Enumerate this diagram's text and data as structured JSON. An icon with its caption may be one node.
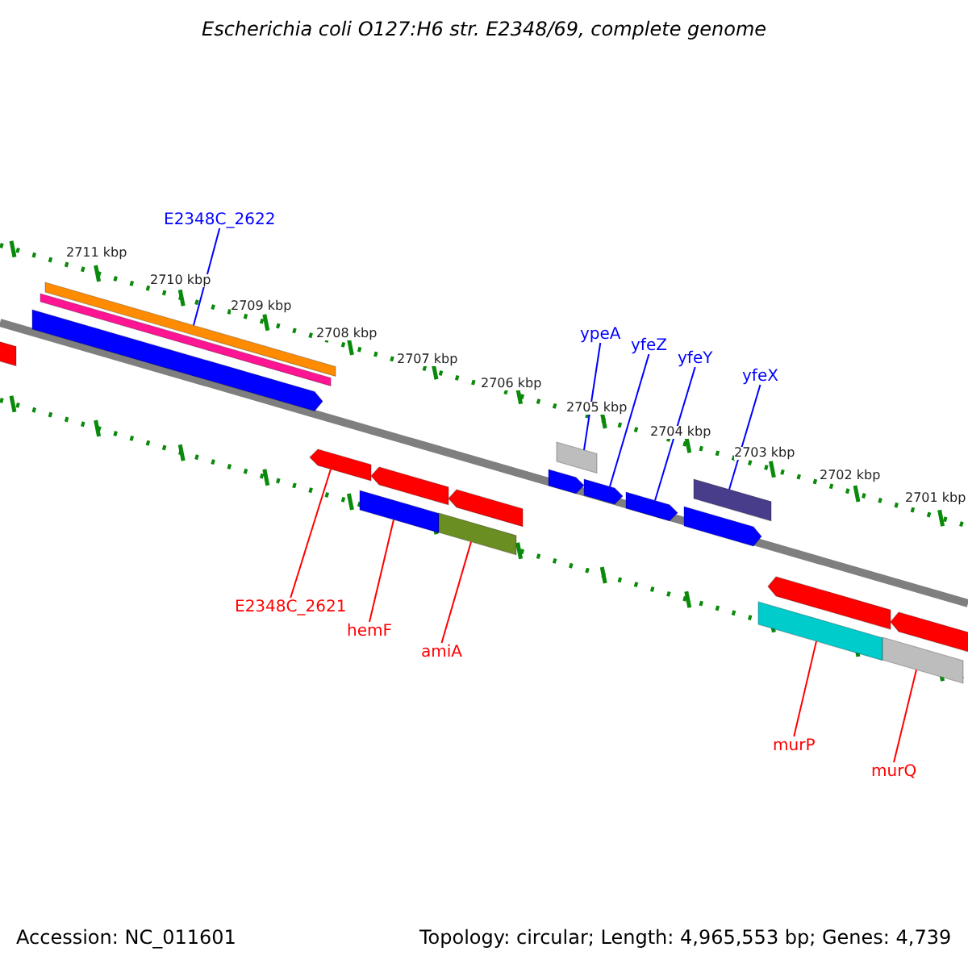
{
  "diagram": {
    "title": "Escherichia coli O127:H6 str. E2348/69, complete genome",
    "nodes": [
      {
        "text": [
          "E2348C_2622"
        ]
      },
      {
        "text": [
          "ypeA"
        ]
      },
      {
        "text": [
          "yfeZ"
        ]
      },
      {
        "text": [
          "yfeY"
        ]
      },
      {
        "text": [
          "yfeX"
        ]
      },
      {
        "text": [
          "E2348C_2621"
        ]
      },
      {
        "text": [
          "hemF"
        ]
      },
      {
        "text": [
          "amiA"
        ]
      },
      {
        "text": [
          "murP"
        ]
      },
      {
        "text": [
          "murQ"
        ]
      },
      {
        "text": [],
        "shape": "bar"
      },
      {
        "text": [],
        "shape": "bar"
      },
      {
        "text": [],
        "shape": "bar"
      },
      {
        "text": [],
        "shape": "bar"
      },
      {
        "text": [],
        "shape": "bar"
      },
      {
        "text": [],
        "shape": "bar"
      },
      {
        "text": [],
        "shape": "bar"
      },
      {
        "text": [],
        "shape": "bar"
      },
      {
        "text": [],
        "shape": "bar"
      },
      {
        "text": [],
        "shape": "bar"
      },
      {
        "text": [],
        "shape": "bar"
      },
      {
        "text": [],
        "shape": "bar"
      },
      {
        "text": [],
        "shape": "bar"
      },
      {
        "text": [],
        "shape": "bar"
      },
      {
        "text": [],
        "shape": "bar"
      },
      {
        "text": [],
        "shape": "bar"
      },
      {
        "text": [],
        "shape": "bar"
      },
      {
        "text": [],
        "shape": "bar"
      },
      {
        "text": [],
        "shape": "bar"
      }
    ],
    "edges": [
      {
        "from": 0,
        "to": 10,
        "arrow": "none",
        "color": "#0000ff"
      },
      {
        "from": 1,
        "to": 11,
        "arrow": "none",
        "color": "#0000ff"
      },
      {
        "from": 2,
        "to": 12,
        "arrow": "none",
        "color": "#0000ff"
      },
      {
        "from": 3,
        "to": 13,
        "arrow": "none",
        "color": "#0000ff"
      },
      {
        "from": 4,
        "to": 14,
        "arrow": "none",
        "color": "#0000ff"
      },
      {
        "from": 5,
        "to": 15,
        "arrow": "none",
        "color": "#ff0000"
      },
      {
        "from": 6,
        "to": 16,
        "arrow": "none",
        "color": "#ff0000"
      },
      {
        "from": 7,
        "to": 17,
        "arrow": "none",
        "color": "#ff0000"
      },
      {
        "from": 8,
        "to": 18,
        "arrow": "none",
        "color": "#ff0000"
      },
      {
        "from": 9,
        "to": 19,
        "arrow": "none",
        "color": "#ff0000"
      }
    ],
    "labels": [
      "2711 kbp",
      "2710 kbp",
      "2709 kbp",
      "2708 kbp",
      "2707 kbp",
      "2706 kbp",
      "2705 kbp",
      "2704 kbp",
      "2703 kbp",
      "2702 kbp",
      "2701 kbp",
      "Accession: NC_011601",
      "Topology: circular; Length: 4,965,553 bp; Genes: 4,739"
    ]
  }
}
